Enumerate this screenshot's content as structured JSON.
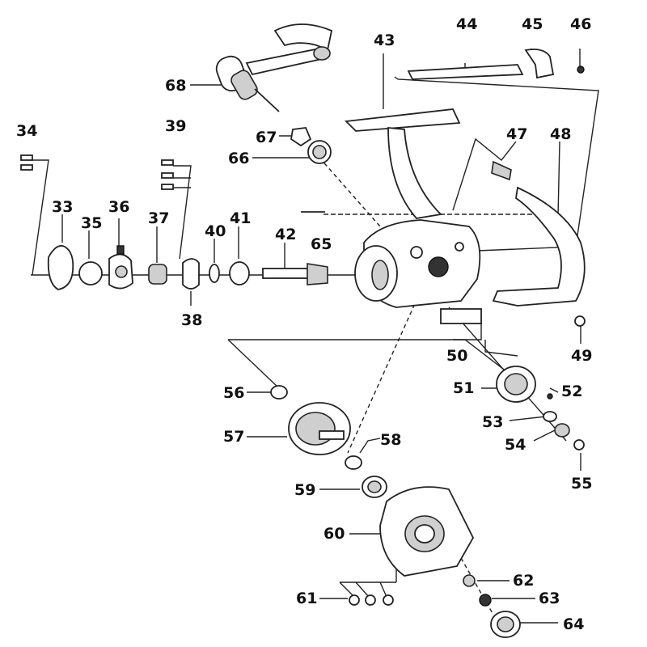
{
  "labels": {
    "n33": "33",
    "n34": "34",
    "n35": "35",
    "n36": "36",
    "n37": "37",
    "n38": "38",
    "n39": "39",
    "n40": "40",
    "n41": "41",
    "n42": "42",
    "n43": "43",
    "n44": "44",
    "n45": "45",
    "n46": "46",
    "n47": "47",
    "n48": "48",
    "n49": "49",
    "n50": "50",
    "n51": "51",
    "n52": "52",
    "n53": "53",
    "n54": "54",
    "n55": "55",
    "n56": "56",
    "n57": "57",
    "n58": "58",
    "n59": "59",
    "n60": "60",
    "n61": "61",
    "n62": "62",
    "n63": "63",
    "n64": "64",
    "n65": "65",
    "n66": "66",
    "n67": "67",
    "n68": "68"
  }
}
